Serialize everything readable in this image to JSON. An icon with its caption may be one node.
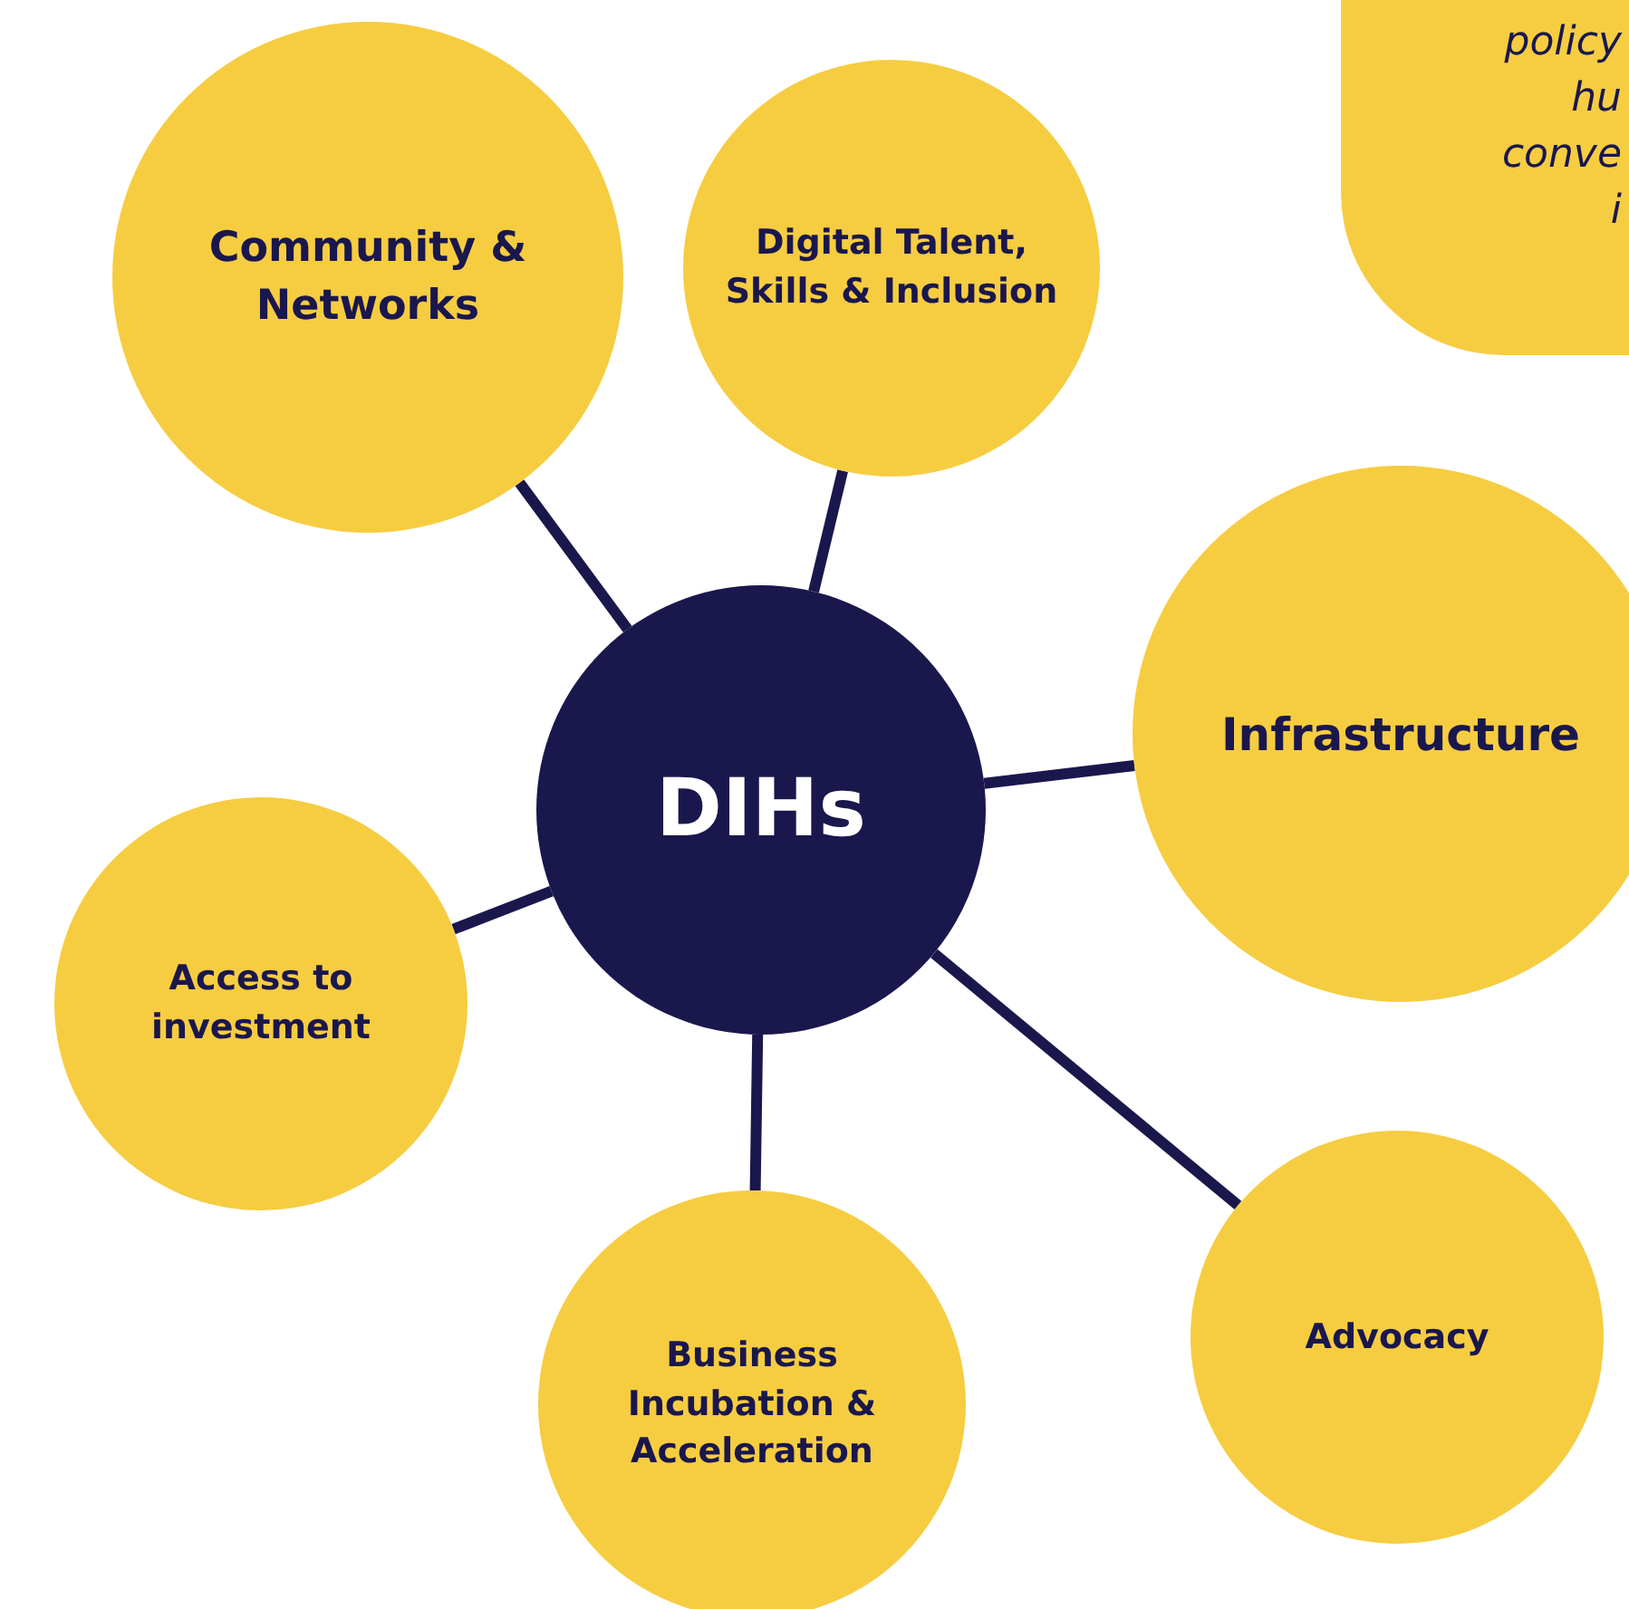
{
  "diagram": {
    "nodes": [
      {
        "text": [
          "Community & Networks"
        ]
      },
      {
        "text": [
          "Digital Talent, Skills & Inclusion"
        ]
      },
      {
        "text": [
          "policy hu conve i"
        ]
      },
      {
        "text": [
          "DIHs"
        ]
      },
      {
        "text": [
          "Infrastructure"
        ]
      },
      {
        "text": [
          "Access to investment"
        ]
      },
      {
        "text": [
          "Business Incubation & Acceleration"
        ]
      },
      {
        "text": [
          "Advocacy"
        ]
      }
    ],
    "edges": [
      {
        "from": 3,
        "to": 0,
        "arrow": "none"
      },
      {
        "from": 3,
        "to": 1,
        "arrow": "none"
      },
      {
        "from": 3,
        "to": 4,
        "arrow": "none"
      },
      {
        "from": 3,
        "to": 5,
        "arrow": "none"
      },
      {
        "from": 3,
        "to": 6,
        "arrow": "none"
      },
      {
        "from": 3,
        "to": 7,
        "arrow": "none"
      }
    ]
  }
}
